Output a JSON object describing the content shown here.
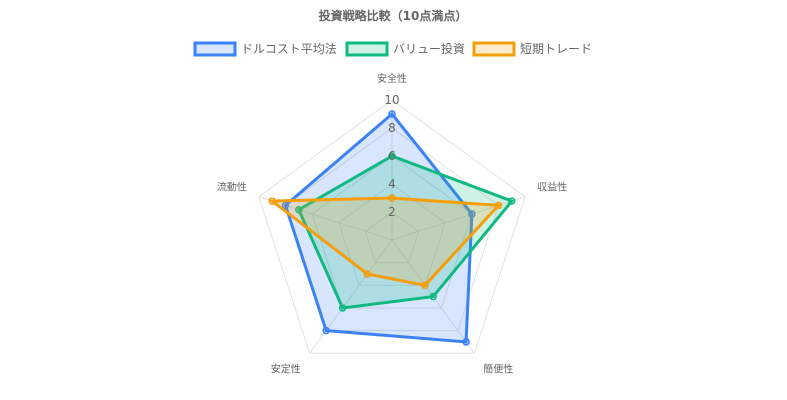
{
  "chart_data": {
    "type": "radar",
    "title": "投資戦略比較（10点満点）",
    "axes": [
      "安全性",
      "収益性",
      "簡便性",
      "安定性",
      "流動性"
    ],
    "rlim": [
      0,
      10
    ],
    "ticks": [
      "2",
      "4",
      "6",
      "8",
      "10"
    ],
    "tick_values": [
      2,
      4,
      6,
      8,
      10
    ],
    "grid": true,
    "legend_position": "top",
    "series": [
      {
        "name": "ドルコスト平均法",
        "values": [
          9,
          6,
          9,
          8,
          8
        ],
        "color": "#3b82f6",
        "fill": "rgba(59,130,246,0.2)"
      },
      {
        "name": "バリュー投資",
        "values": [
          6,
          9,
          5,
          6,
          7
        ],
        "color": "#10b981",
        "fill": "rgba(16,185,129,0.2)"
      },
      {
        "name": "短期トレード",
        "values": [
          3,
          8,
          4,
          3,
          9
        ],
        "color": "#f59e0b",
        "fill": "rgba(245,158,11,0.2)"
      }
    ]
  }
}
